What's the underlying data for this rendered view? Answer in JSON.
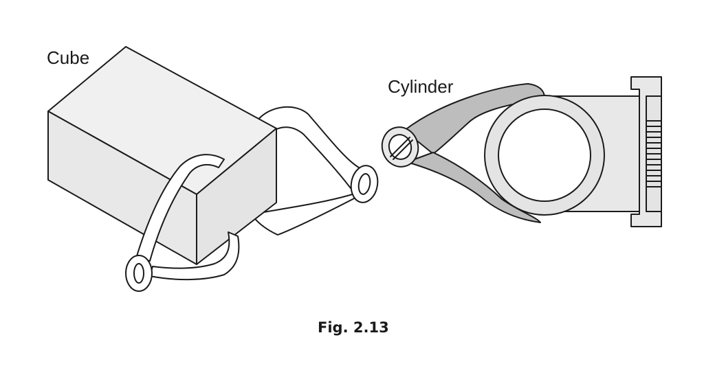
{
  "labels": {
    "cube": "Cube",
    "cylinder": "Cylinder"
  },
  "caption": "Fig. 2.13",
  "colors": {
    "stroke": "#1a1a1a",
    "face_light": "#e8e8e8",
    "face_top": "#f0f0f0",
    "face_side": "#e4e4e4",
    "strap_shade": "#bdbdbd",
    "background": "#ffffff"
  }
}
